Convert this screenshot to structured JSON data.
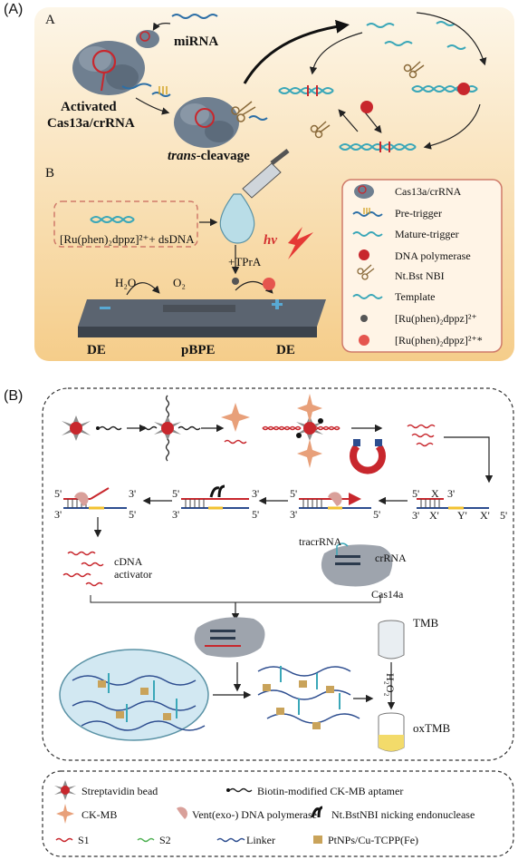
{
  "panelA": {
    "label": "(A)",
    "sub_a": "A",
    "sub_b": "B",
    "mirna": "miRNA",
    "activated_line1": "Activated",
    "activated_line2": "Cas13a/crRNA",
    "trans_cleavage_a": "trans",
    "trans_cleavage_b": "-cleavage",
    "complex_label": "[Ru(phen)₂dppz]²⁺+ dsDNA",
    "tpra": "+TPrA",
    "hv": "hv",
    "h2o": "H₂O",
    "o2": "O₂",
    "de_left": "DE",
    "pbpe": "pBPE",
    "de_right": "DE",
    "legend": [
      {
        "icon": "cas13a-crrna-icon",
        "text": "Cas13a/crRNA"
      },
      {
        "icon": "pre-trigger-icon",
        "text": "Pre-trigger"
      },
      {
        "icon": "mature-trigger-icon",
        "text": "Mature-trigger"
      },
      {
        "icon": "dna-polymerase-icon",
        "text": "DNA polymerase"
      },
      {
        "icon": "scissors-icon",
        "text": "Nt.Bst NBI"
      },
      {
        "icon": "template-icon",
        "text": "Template"
      },
      {
        "icon": "ru-complex-icon",
        "text": "[Ru(phen)₂dppz]²⁺"
      },
      {
        "icon": "ru-excited-icon",
        "text": "[Ru(phen)₂dppz]²⁺*"
      }
    ]
  },
  "panelB": {
    "label": "(B)",
    "strand_marks": {
      "s5": "5'",
      "s3": "3'",
      "x": "X",
      "xp": "X'",
      "yp": "Y'"
    },
    "cdna_line1": "cDNA",
    "cdna_line2": "activator",
    "tracrrna": "tracrRNA",
    "crrna": "crRNA",
    "cas14a": "Cas14a",
    "tmb": "TMB",
    "h2o2": "H₂O₂",
    "oxtmb": "oxTMB",
    "legend": [
      {
        "icon": "streptavidin-bead-icon",
        "text": "Streptavidin bead"
      },
      {
        "icon": "aptamer-icon",
        "text": "Biotin-modified CK-MB aptamer"
      },
      {
        "icon": "ck-mb-icon",
        "text": "CK-MB"
      },
      {
        "icon": "vent-polymerase-icon",
        "text": "Vent(exo-) DNA polymerase"
      },
      {
        "icon": "nicking-endonuclease-icon",
        "text": "Nt.BstNBI nicking endonuclease"
      },
      {
        "icon": "s1-icon",
        "text": "S1"
      },
      {
        "icon": "s2-icon",
        "text": "S2"
      },
      {
        "icon": "linker-icon",
        "text": "Linker"
      },
      {
        "icon": "ptnps-icon",
        "text": "PtNPs/Cu-TCPP(Fe)"
      }
    ]
  },
  "colors": {
    "bg_top": "#fdf3e1",
    "bg_bottom": "#f6cf8c",
    "dna_red": "#c8272d",
    "dna_blue": "#2d6fa6",
    "teal": "#3aa7b8",
    "protein_gray": "#7b8a99"
  }
}
